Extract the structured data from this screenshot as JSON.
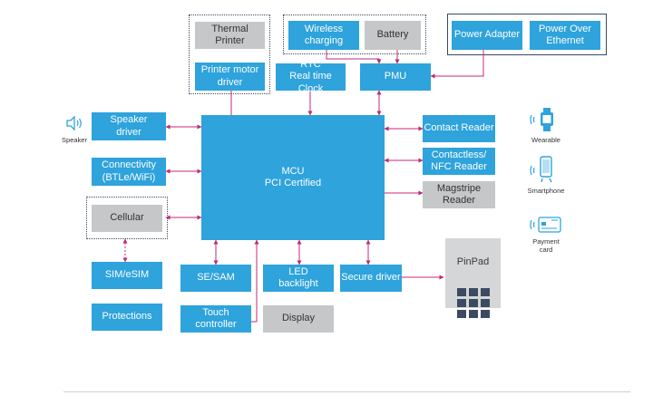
{
  "diagram": {
    "mcu": "MCU\nPCI Certified",
    "thermal_printer": "Thermal\nPrinter",
    "printer_motor_driver": "Printer motor\ndriver",
    "wireless_charging": "Wireless\ncharging",
    "battery": "Battery",
    "power_adapter": "Power Adapter",
    "power_over_ethernet": "Power Over\nEthernet",
    "rtc": "RTC\nReal time Clock",
    "pmu": "PMU",
    "speaker_driver": "Speaker\ndriver",
    "connectivity": "Connectivity\n(BTLe/WiFi)",
    "cellular": "Cellular",
    "sim": "SIM/eSIM",
    "protections": "Protections",
    "se_sam": "SE/SAM",
    "touch_controller": "Touch\ncontroller",
    "led_backlight": "LED\nbacklight",
    "display": "Display",
    "secure_driver": "Secure driver",
    "contact_reader": "Contact Reader",
    "contactless_reader": "Contactless/\nNFC Reader",
    "magstripe_reader": "Magstripe\nReader",
    "pinpad": "PinPad"
  },
  "icons": {
    "speaker": "Speaker",
    "wearable": "Wearable",
    "smartphone": "Smartphone",
    "payment_card": "Payment\ncard"
  },
  "colors": {
    "block_blue": "#2ea3dc",
    "block_gray": "#c5c7c9",
    "connector_pink": "#c0287a",
    "border_navy": "#3b4a5e"
  }
}
